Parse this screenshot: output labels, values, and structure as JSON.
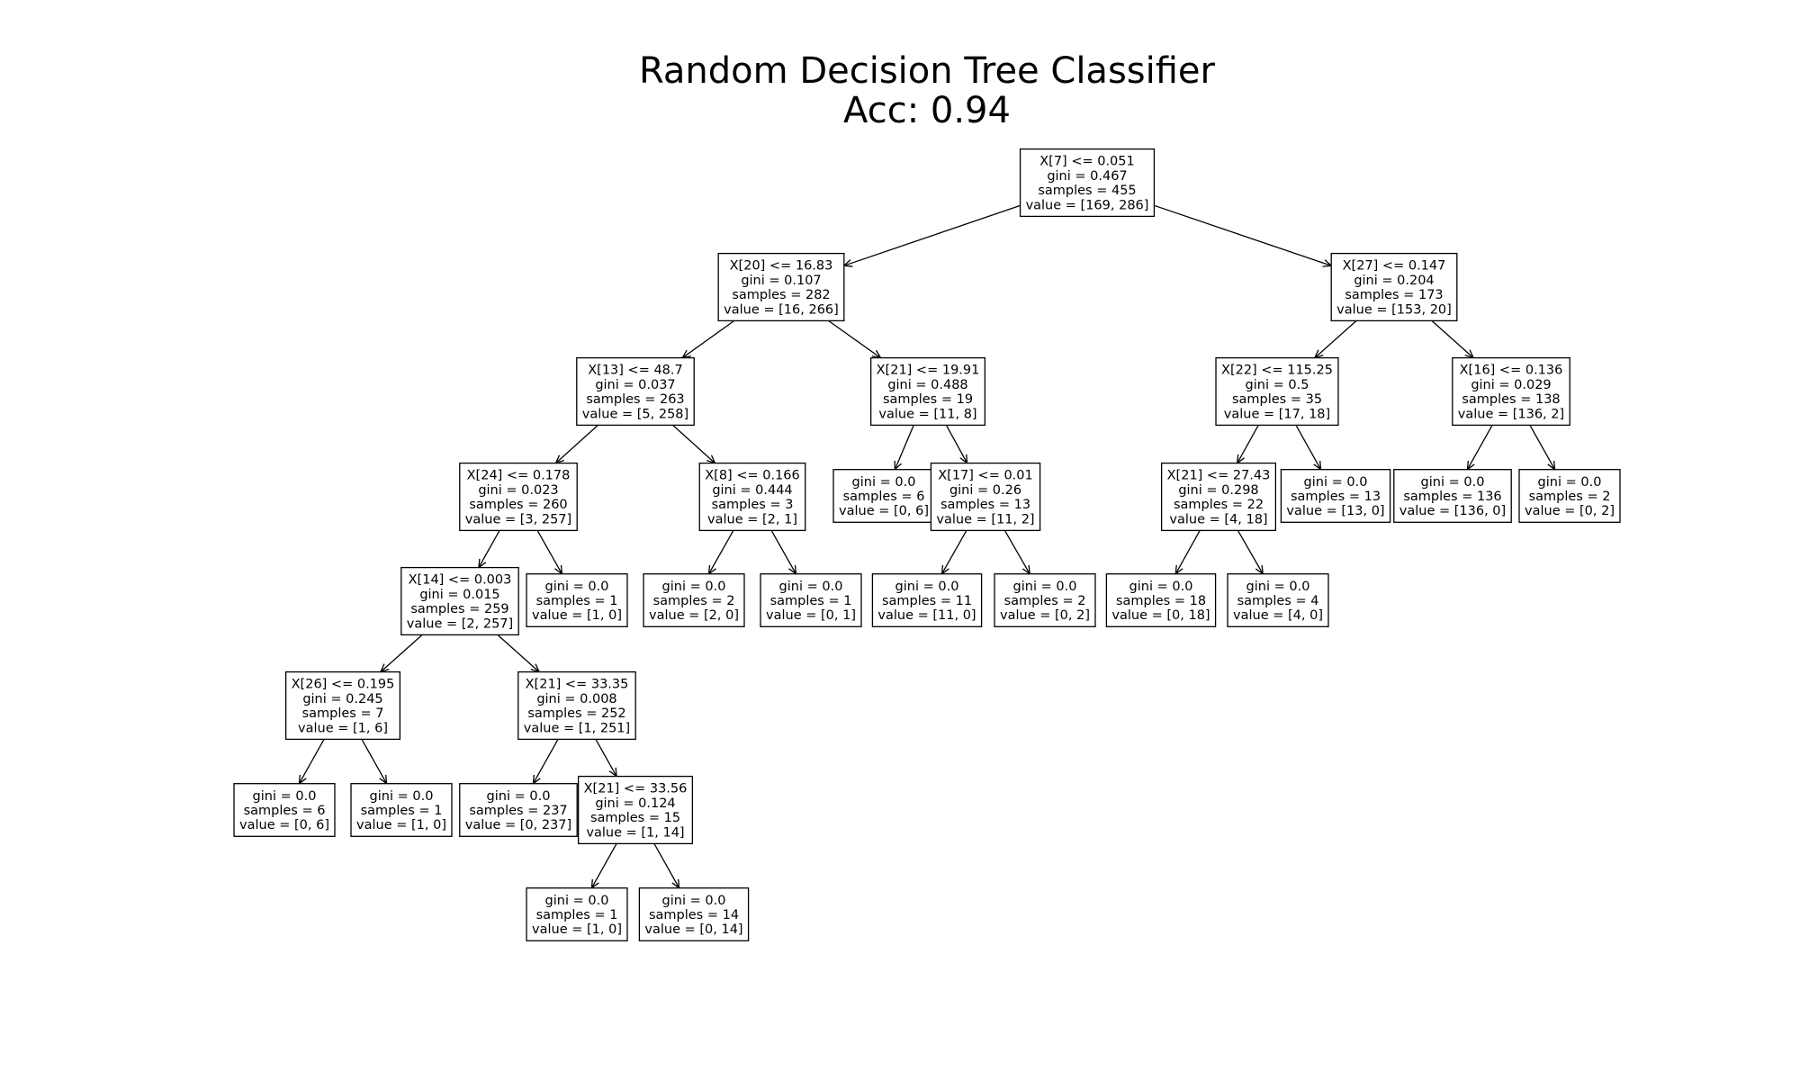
{
  "title": {
    "line1": "Random Decision Tree Classifier",
    "line2": "Acc: 0.94"
  },
  "tree": {
    "nodes": [
      {
        "id": "n0",
        "lines": [
          "X[7] <= 0.051",
          "gini = 0.467",
          "samples = 455",
          "value = [169, 286]"
        ]
      },
      {
        "id": "n1",
        "lines": [
          "X[20] <= 16.83",
          "gini = 0.107",
          "samples = 282",
          "value = [16, 266]"
        ]
      },
      {
        "id": "n2",
        "lines": [
          "X[27] <= 0.147",
          "gini = 0.204",
          "samples = 173",
          "value = [153, 20]"
        ]
      },
      {
        "id": "n3",
        "lines": [
          "X[13] <= 48.7",
          "gini = 0.037",
          "samples = 263",
          "value = [5, 258]"
        ]
      },
      {
        "id": "n4",
        "lines": [
          "X[21] <= 19.91",
          "gini = 0.488",
          "samples = 19",
          "value = [11, 8]"
        ]
      },
      {
        "id": "n5",
        "lines": [
          "X[22] <= 115.25",
          "gini = 0.5",
          "samples = 35",
          "value = [17, 18]"
        ]
      },
      {
        "id": "n6",
        "lines": [
          "X[16] <= 0.136",
          "gini = 0.029",
          "samples = 138",
          "value = [136, 2]"
        ]
      },
      {
        "id": "n7",
        "lines": [
          "X[24] <= 0.178",
          "gini = 0.023",
          "samples = 260",
          "value = [3, 257]"
        ]
      },
      {
        "id": "n8",
        "lines": [
          "X[8] <= 0.166",
          "gini = 0.444",
          "samples = 3",
          "value = [2, 1]"
        ]
      },
      {
        "id": "n9",
        "lines": [
          "gini = 0.0",
          "samples = 6",
          "value = [0, 6]"
        ]
      },
      {
        "id": "n10",
        "lines": [
          "X[17] <= 0.01",
          "gini = 0.26",
          "samples = 13",
          "value = [11, 2]"
        ]
      },
      {
        "id": "n11",
        "lines": [
          "X[21] <= 27.43",
          "gini = 0.298",
          "samples = 22",
          "value = [4, 18]"
        ]
      },
      {
        "id": "n12",
        "lines": [
          "gini = 0.0",
          "samples = 13",
          "value = [13, 0]"
        ]
      },
      {
        "id": "n13",
        "lines": [
          "gini = 0.0",
          "samples = 136",
          "value = [136, 0]"
        ]
      },
      {
        "id": "n14",
        "lines": [
          "gini = 0.0",
          "samples = 2",
          "value = [0, 2]"
        ]
      },
      {
        "id": "n15",
        "lines": [
          "X[14] <= 0.003",
          "gini = 0.015",
          "samples = 259",
          "value = [2, 257]"
        ]
      },
      {
        "id": "n16",
        "lines": [
          "gini = 0.0",
          "samples = 1",
          "value = [1, 0]"
        ]
      },
      {
        "id": "n17",
        "lines": [
          "gini = 0.0",
          "samples = 2",
          "value = [2, 0]"
        ]
      },
      {
        "id": "n18",
        "lines": [
          "gini = 0.0",
          "samples = 1",
          "value = [0, 1]"
        ]
      },
      {
        "id": "n19",
        "lines": [
          "gini = 0.0",
          "samples = 11",
          "value = [11, 0]"
        ]
      },
      {
        "id": "n20",
        "lines": [
          "gini = 0.0",
          "samples = 2",
          "value = [0, 2]"
        ]
      },
      {
        "id": "n21",
        "lines": [
          "gini = 0.0",
          "samples = 18",
          "value = [0, 18]"
        ]
      },
      {
        "id": "n22",
        "lines": [
          "gini = 0.0",
          "samples = 4",
          "value = [4, 0]"
        ]
      },
      {
        "id": "n23",
        "lines": [
          "X[26] <= 0.195",
          "gini = 0.245",
          "samples = 7",
          "value = [1, 6]"
        ]
      },
      {
        "id": "n24",
        "lines": [
          "X[21] <= 33.35",
          "gini = 0.008",
          "samples = 252",
          "value = [1, 251]"
        ]
      },
      {
        "id": "n25",
        "lines": [
          "gini = 0.0",
          "samples = 6",
          "value = [0, 6]"
        ]
      },
      {
        "id": "n26",
        "lines": [
          "gini = 0.0",
          "samples = 1",
          "value = [1, 0]"
        ]
      },
      {
        "id": "n27",
        "lines": [
          "gini = 0.0",
          "samples = 237",
          "value = [0, 237]"
        ]
      },
      {
        "id": "n28",
        "lines": [
          "X[21] <= 33.56",
          "gini = 0.124",
          "samples = 15",
          "value = [1, 14]"
        ]
      },
      {
        "id": "n29",
        "lines": [
          "gini = 0.0",
          "samples = 1",
          "value = [1, 0]"
        ]
      },
      {
        "id": "n30",
        "lines": [
          "gini = 0.0",
          "samples = 14",
          "value = [0, 14]"
        ]
      }
    ],
    "edges": [
      [
        "n0",
        "n1"
      ],
      [
        "n0",
        "n2"
      ],
      [
        "n1",
        "n3"
      ],
      [
        "n1",
        "n4"
      ],
      [
        "n2",
        "n5"
      ],
      [
        "n2",
        "n6"
      ],
      [
        "n3",
        "n7"
      ],
      [
        "n3",
        "n8"
      ],
      [
        "n4",
        "n9"
      ],
      [
        "n4",
        "n10"
      ],
      [
        "n5",
        "n11"
      ],
      [
        "n5",
        "n12"
      ],
      [
        "n6",
        "n13"
      ],
      [
        "n6",
        "n14"
      ],
      [
        "n7",
        "n15"
      ],
      [
        "n7",
        "n16"
      ],
      [
        "n8",
        "n17"
      ],
      [
        "n8",
        "n18"
      ],
      [
        "n10",
        "n19"
      ],
      [
        "n10",
        "n20"
      ],
      [
        "n11",
        "n21"
      ],
      [
        "n11",
        "n22"
      ],
      [
        "n15",
        "n23"
      ],
      [
        "n15",
        "n24"
      ],
      [
        "n23",
        "n25"
      ],
      [
        "n23",
        "n26"
      ],
      [
        "n24",
        "n27"
      ],
      [
        "n24",
        "n28"
      ],
      [
        "n28",
        "n29"
      ],
      [
        "n28",
        "n30"
      ]
    ]
  }
}
